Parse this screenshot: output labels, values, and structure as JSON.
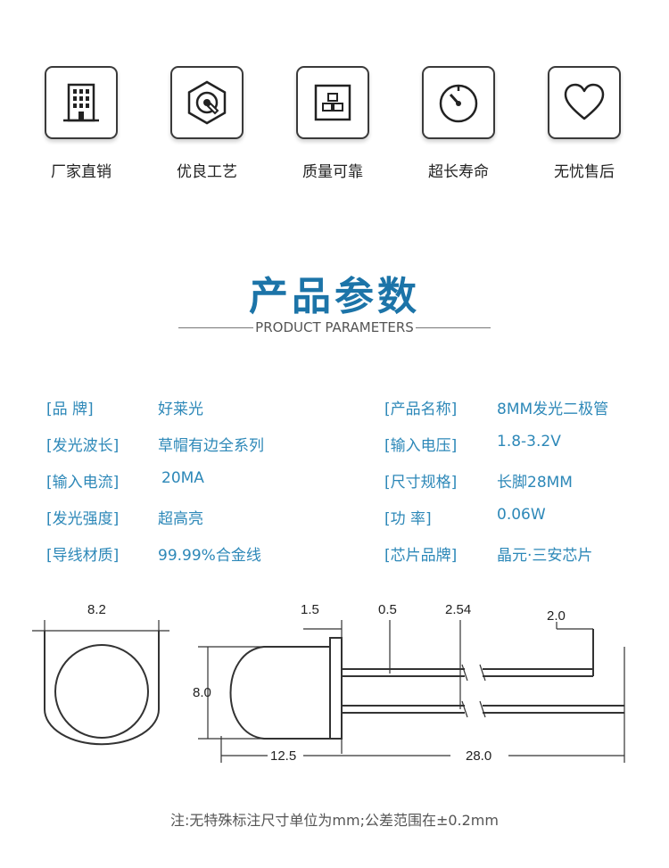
{
  "features": [
    {
      "label": "厂家直销",
      "icon": "building-icon"
    },
    {
      "label": "优良工艺",
      "icon": "hexagon-craft-icon"
    },
    {
      "label": "质量可靠",
      "icon": "quality-box-icon"
    },
    {
      "label": "超长寿命",
      "icon": "gauge-icon"
    },
    {
      "label": "无忧售后",
      "icon": "heart-icon"
    }
  ],
  "section": {
    "title": "产品参数",
    "subtitle": "PRODUCT PARAMETERS"
  },
  "params": {
    "left": [
      {
        "key": "[品        牌]",
        "value": "好莱光"
      },
      {
        "key": "[发光波长]",
        "value": "草帽有边全系列"
      },
      {
        "key": "[输入电流]",
        "value": "20MA"
      },
      {
        "key": "[发光强度]",
        "value": "超高亮"
      },
      {
        "key": "[导线材质]",
        "value": "99.99%合金线"
      }
    ],
    "right": [
      {
        "key": "[产品名称]",
        "value": "8MM发光二极管"
      },
      {
        "key": "[输入电压]",
        "value": "1.8-3.2V"
      },
      {
        "key": "[尺寸规格]",
        "value": "长脚28MM"
      },
      {
        "key": "[功        率]",
        "value": "0.06W"
      },
      {
        "key": "[芯片品牌]",
        "value": "晶元·三安芯片"
      }
    ]
  },
  "dimensions": {
    "front_diameter": "8.2",
    "flange": "1.5",
    "lead_width": "0.5",
    "lead_pitch": "2.54",
    "lead_step": "2.0",
    "body_height": "8.0",
    "body_length": "12.5",
    "lead_length": "28.0"
  },
  "note": "注:无特殊标注尺寸单位为mm;公差范围在±0.2mm",
  "colors": {
    "accent": "#1c74a8",
    "param_text": "#2d88b8"
  }
}
